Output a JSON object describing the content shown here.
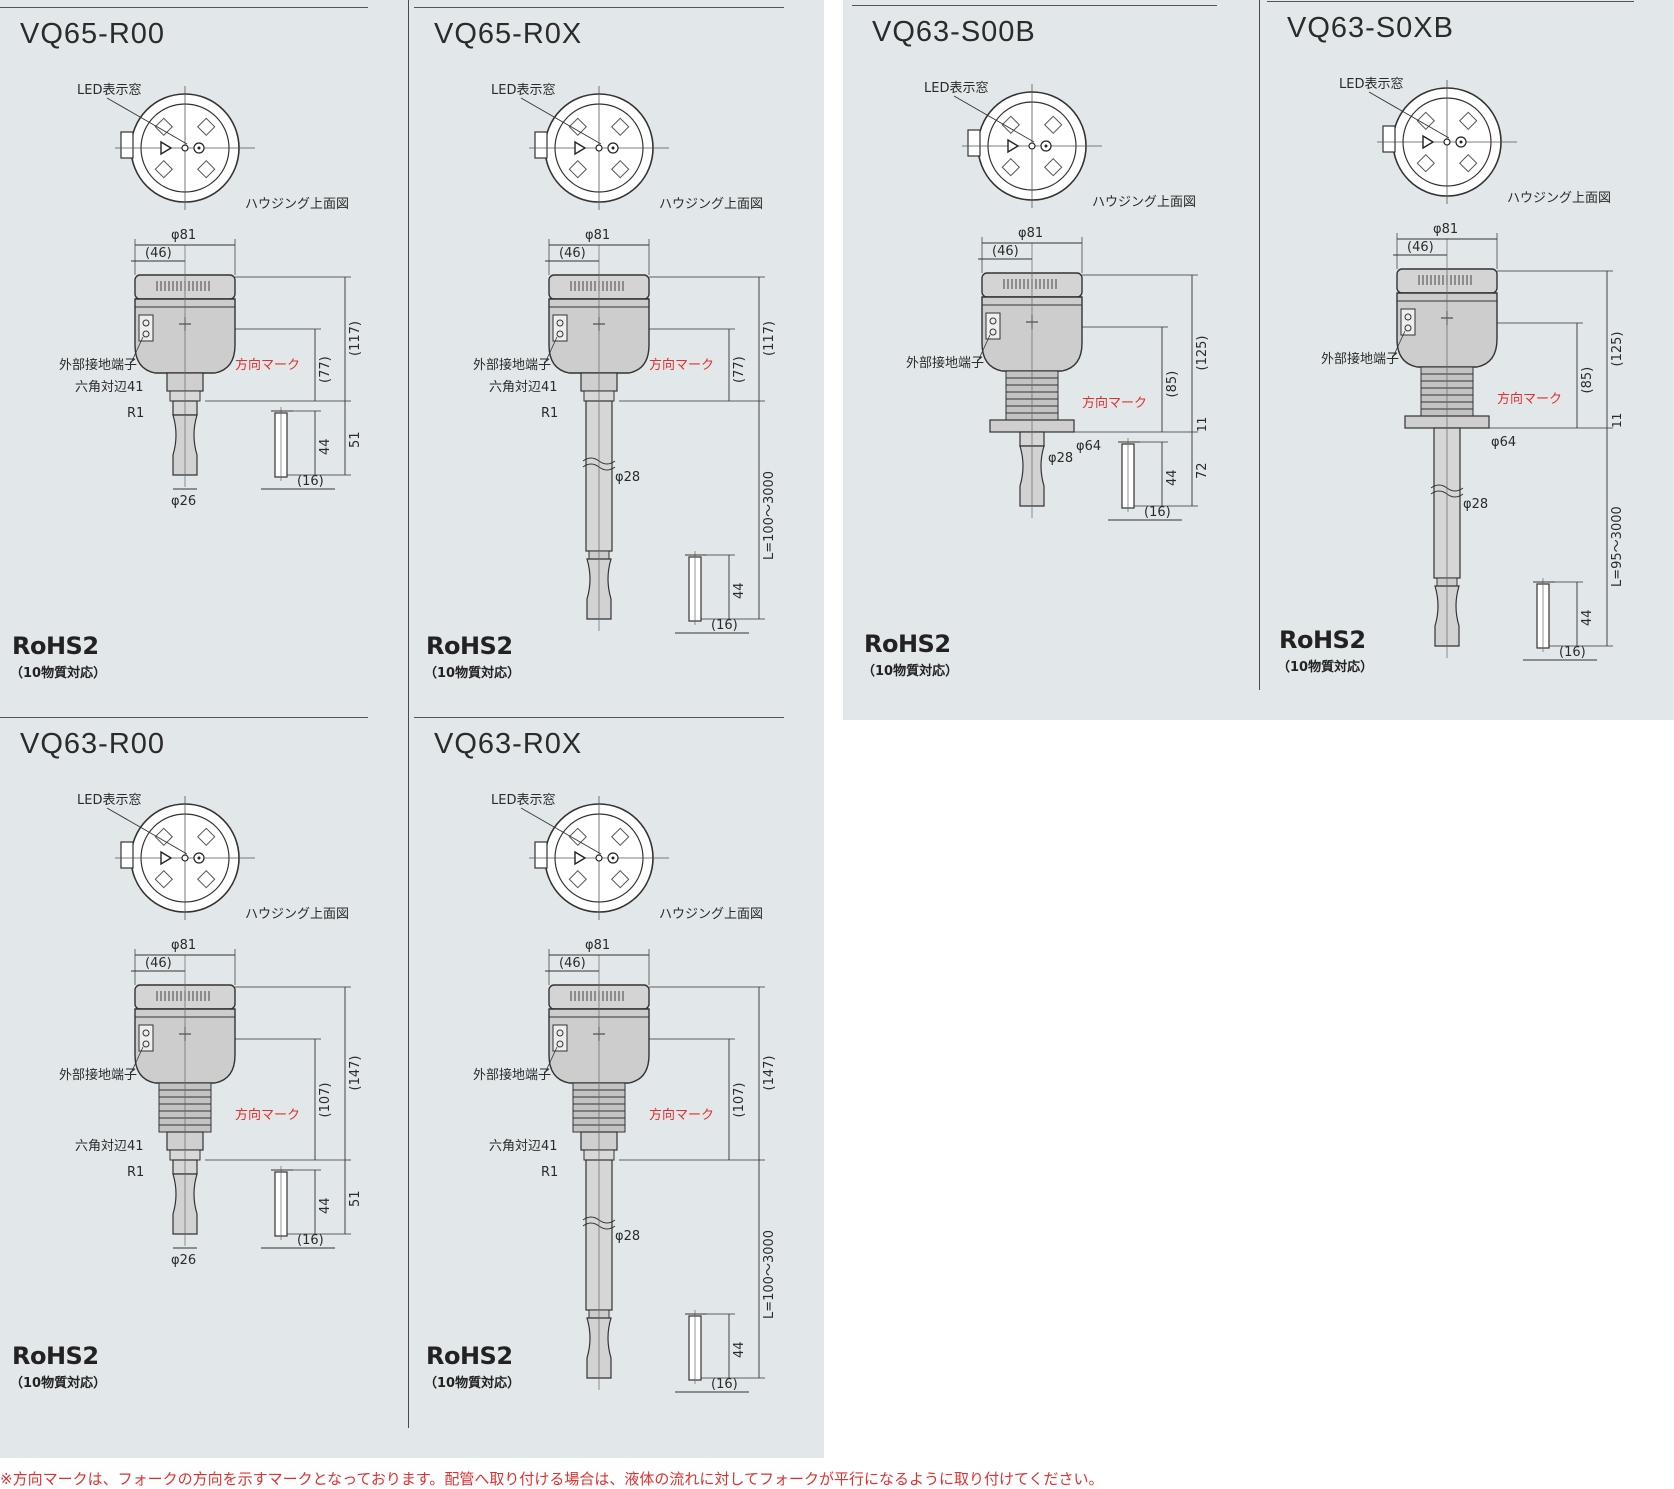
{
  "panels": [
    {
      "model": "VQ65-R00",
      "variant": "short",
      "labels": {
        "led": "LED表示窓",
        "housing": "ハウジング上面図",
        "ground": "外部接地端子",
        "direction": "方向マーク",
        "hex": "六角対辺41",
        "thread": "R1"
      },
      "dims": {
        "diameter": "φ81",
        "offset": "(46)",
        "total": "(117)",
        "mid": "(77)",
        "fork": "44",
        "insert": "51",
        "fork_dia": "φ26",
        "fork_width": "(16)"
      },
      "rohs": "RoHS2",
      "rohs_note": "（10物質対応）"
    },
    {
      "model": "VQ65-R0X",
      "variant": "long",
      "labels": {
        "led": "LED表示窓",
        "housing": "ハウジング上面図",
        "ground": "外部接地端子",
        "direction": "方向マーク",
        "hex": "六角対辺41",
        "thread": "R1"
      },
      "dims": {
        "diameter": "φ81",
        "offset": "(46)",
        "total": "(117)",
        "mid": "(77)",
        "fork": "44",
        "length": "L=100～3000",
        "rod_dia": "φ28",
        "fork_width": "(16)"
      },
      "rohs": "RoHS2",
      "rohs_note": "（10物質対応）"
    },
    {
      "model": "VQ63-S00B",
      "variant": "sanitary-short",
      "labels": {
        "led": "LED表示窓",
        "housing": "ハウジング上面図",
        "ground": "外部接地端子",
        "direction": "方向マーク"
      },
      "dims": {
        "diameter": "φ81",
        "offset": "(46)",
        "total": "(125)",
        "mid": "(85)",
        "flange": "11",
        "insert": "72",
        "fork": "44",
        "rod_dia": "φ28",
        "flange_dia": "φ64",
        "fork_width": "(16)"
      },
      "rohs": "RoHS2",
      "rohs_note": "（10物質対応）"
    },
    {
      "model": "VQ63-S0XB",
      "variant": "sanitary-long",
      "labels": {
        "led": "LED表示窓",
        "housing": "ハウジング上面図",
        "ground": "外部接地端子",
        "direction": "方向マーク"
      },
      "dims": {
        "diameter": "φ81",
        "offset": "(46)",
        "total": "(125)",
        "mid": "(85)",
        "flange": "11",
        "flange_dia": "φ64",
        "rod_dia": "φ28",
        "length": "L=95～3000",
        "fork": "44",
        "fork_width": "(16)"
      },
      "rohs": "RoHS2",
      "rohs_note": "（10物質対応）"
    },
    {
      "model": "VQ63-R00",
      "variant": "short-bellows",
      "labels": {
        "led": "LED表示窓",
        "housing": "ハウジング上面図",
        "ground": "外部接地端子",
        "direction": "方向マーク",
        "hex": "六角対辺41",
        "thread": "R1"
      },
      "dims": {
        "diameter": "φ81",
        "offset": "(46)",
        "total": "(147)",
        "mid": "(107)",
        "fork": "44",
        "insert": "51",
        "fork_dia": "φ26",
        "fork_width": "(16)"
      },
      "rohs": "RoHS2",
      "rohs_note": "（10物質対応）"
    },
    {
      "model": "VQ63-R0X",
      "variant": "long-bellows",
      "labels": {
        "led": "LED表示窓",
        "housing": "ハウジング上面図",
        "ground": "外部接地端子",
        "direction": "方向マーク",
        "hex": "六角対辺41",
        "thread": "R1"
      },
      "dims": {
        "diameter": "φ81",
        "offset": "(46)",
        "total": "(147)",
        "mid": "(107)",
        "fork": "44",
        "length": "L=100～3000",
        "rod_dia": "φ28",
        "fork_width": "(16)"
      },
      "rohs": "RoHS2",
      "rohs_note": "（10物質対応）"
    }
  ],
  "footnote": "※方向マークは、フォークの方向を示すマークとなっております。配管へ取り付ける場合は、液体の流れに対してフォークが平行になるように取り付けてください。",
  "colors": {
    "background": "#e2e8ea",
    "line": "#333333",
    "body_fill": "#c9c9c9",
    "accent_red": "#e03030"
  }
}
